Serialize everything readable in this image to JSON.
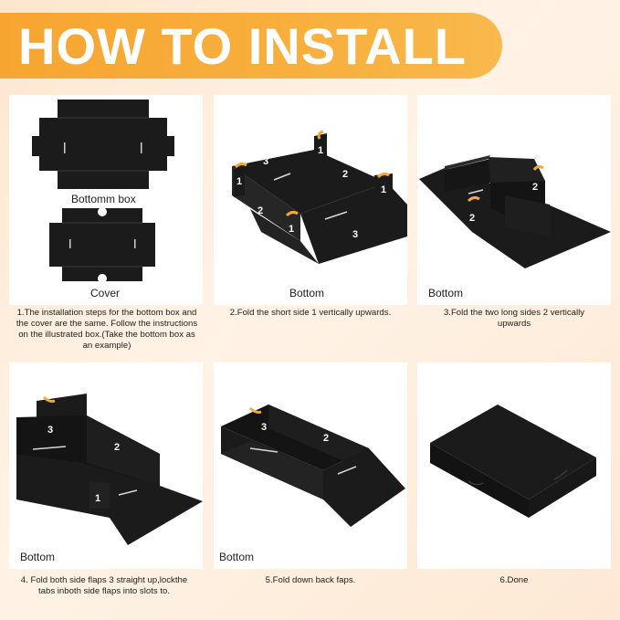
{
  "banner": {
    "title": "HOW TO INSTALL"
  },
  "colors": {
    "banner": "#f7a531",
    "box": "#1b1b1b",
    "arrow": "#f2a93b",
    "background": "#fde9d5"
  },
  "steps": [
    {
      "labels": [
        "Bottomm box",
        "Cover"
      ],
      "caption": "1.The installation steps for the bottom box and the cover are the same. Follow the instructions on the illustrated box.(Take the bottom box as an example)"
    },
    {
      "labels": [
        "Bottom"
      ],
      "markers": [
        "1",
        "3",
        "1",
        "2",
        "1",
        "2",
        "1",
        "3"
      ],
      "caption": "2.Fold the short side 1 vertically upwards."
    },
    {
      "labels": [
        "Bottom"
      ],
      "markers": [
        "2",
        "2"
      ],
      "caption": "3.Fold the two long sides 2 vertically upwards"
    },
    {
      "labels": [
        "Bottom"
      ],
      "markers": [
        "3",
        "2",
        "1"
      ],
      "caption": "4. Fold both side flaps 3 straight up,lockthe tabs inboth side flaps into slots to."
    },
    {
      "labels": [
        "Bottom"
      ],
      "markers": [
        "3",
        "2"
      ],
      "caption": "5.Fold down back faps."
    },
    {
      "labels": [],
      "caption": "6.Done"
    }
  ]
}
